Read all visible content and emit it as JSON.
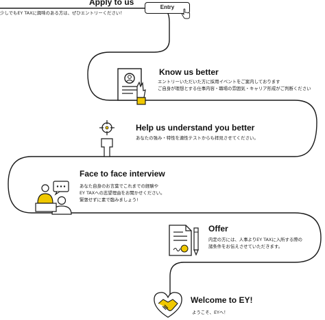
{
  "steps": {
    "apply": {
      "title": "Apply to us",
      "desc": "少しでもEY TAXに興味のある方は、ぜひエントリーください！",
      "button_label": "Entry"
    },
    "know": {
      "title": "Know us better",
      "desc_line1": "エントリーいただいた方に採用イベントをご案内しております",
      "desc_line2": "ご自身が理想とする仕事内容・職場の雰囲気・キャリア形成がご判断ください"
    },
    "understand": {
      "title": "Help us understand you better",
      "desc": "あなたの強み・特性を適性テストからも拝見させてください。"
    },
    "interview": {
      "title": "Face to face interview",
      "desc_line1": "あなた自身のお言葉でこれまでの経験や",
      "desc_line2": "EY TAXへの志望理由をお聞かせください。",
      "desc_line3": "緊張せずに素で臨みましょう!"
    },
    "offer": {
      "title": "Offer",
      "desc_line1": "内定の方には、人事よりEY TAXに入所する際の",
      "desc_line2": "諸条件をお伝えさせていただきます。"
    },
    "welcome": {
      "title": "Welcome to EY!",
      "desc": "ようこそ、EYへ！"
    }
  },
  "colors": {
    "line": "#1a1a1a",
    "accent": "#f0c800",
    "text": "#1a1a1a"
  },
  "icons": [
    "cursor-hand-icon",
    "resume-document-icon",
    "target-person-icon",
    "interview-people-icon",
    "contract-pen-icon",
    "handshake-heart-icon"
  ]
}
